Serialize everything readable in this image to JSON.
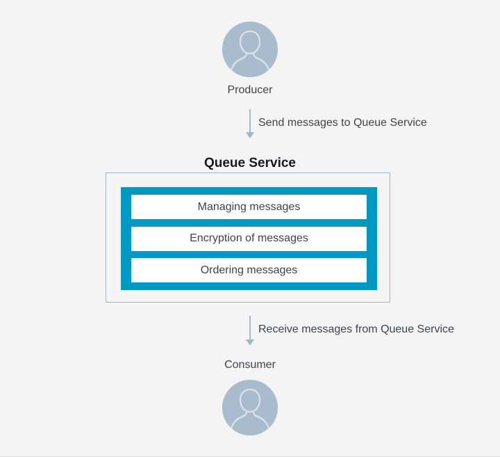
{
  "colors": {
    "page_background": "#f4f4f5",
    "accent_teal": "#0099c3",
    "avatar_fill": "#a8bccd",
    "avatar_outline": "#dbe2ea",
    "arrow": "#a4b7c9",
    "boundary_border": "#a2b5c6",
    "title_text": "#17191c",
    "body_text": "#3c434b",
    "feature_bar_background": "#ffffff"
  },
  "diagram": {
    "producer": {
      "label": "Producer",
      "icon": "person-icon"
    },
    "send_flow": {
      "label": "Send messages to Queue Service",
      "icon": "arrow-down-icon"
    },
    "queue_service": {
      "title": "Queue Service",
      "features": [
        "Managing messages",
        "Encryption of messages",
        "Ordering messages"
      ]
    },
    "receive_flow": {
      "label": "Receive messages from Queue Service",
      "icon": "arrow-down-icon"
    },
    "consumer": {
      "label": "Consumer",
      "icon": "person-icon"
    }
  }
}
